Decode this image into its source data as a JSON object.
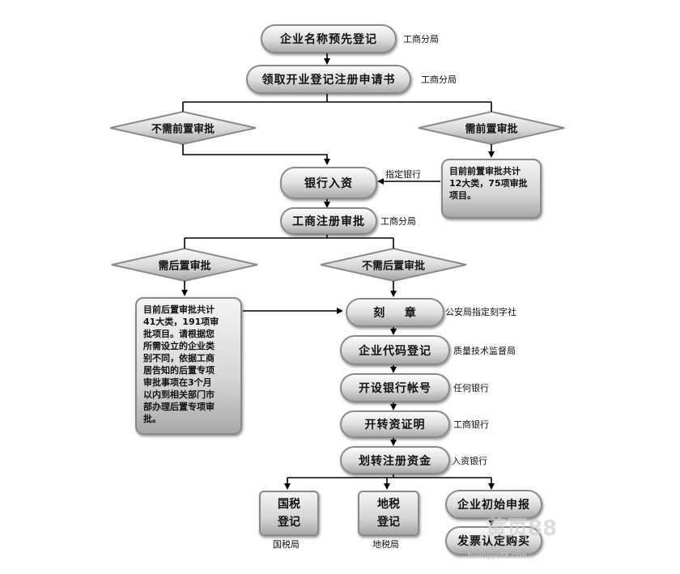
{
  "steps": {
    "name_preregister": "企业名称预先登记",
    "get_form": "领取开业登记注册申请书",
    "bank_deposit": "银行入资",
    "registration_review": "工商注册审批",
    "seal": "刻    章",
    "org_code": "企业代码登记",
    "open_account": "开设银行帐号",
    "transfer_certificate": "开转资证明",
    "transfer_capital": "划转注册资金",
    "initial_declaration": "企业初始申报",
    "invoice_purchase": "发票认定购买"
  },
  "decisions": {
    "no_pre_approval": "不需前置审批",
    "pre_approval": "需前置审批",
    "post_approval": "需后置审批",
    "no_post_approval": "不需后置审批"
  },
  "notes": {
    "pre_approval_lines": [
      "目前前置审批共计",
      "12大类，75项审批",
      "项目。"
    ],
    "post_approval_lines": [
      "目前后置审批共计",
      "41大类，191项审",
      "批项目。请根据您",
      "所需设立的企业类",
      "别不同，依据工商",
      "居告知的后置专项",
      "审批事项在3个月",
      "以内到相关部门市",
      "部办理后置专项审",
      "批。"
    ]
  },
  "tax": {
    "national_lines": [
      "国税",
      "登记"
    ],
    "local_lines": [
      "地税",
      "登记"
    ]
  },
  "labels": {
    "aic_1": "工商分局",
    "aic_2": "工商分局",
    "aic_3": "工商分局",
    "designated_bank": "指定银行",
    "police": "公安局指定刻字社",
    "quality": "质量技术监督局",
    "any_bank": "任何银行",
    "icbc": "工商银行",
    "deposit_bank": "入资银行",
    "national_tax_bureau": "国税局",
    "local_tax_bureau": "地税局"
  },
  "watermark": {
    "main": "黄页88",
    "sub": "huangye88.com"
  },
  "colors": {
    "stroke": "#000000",
    "shape_border": "#8a8a8a",
    "gradient_light": "#fbfbfb",
    "gradient_dark": "#a9a9a9"
  }
}
